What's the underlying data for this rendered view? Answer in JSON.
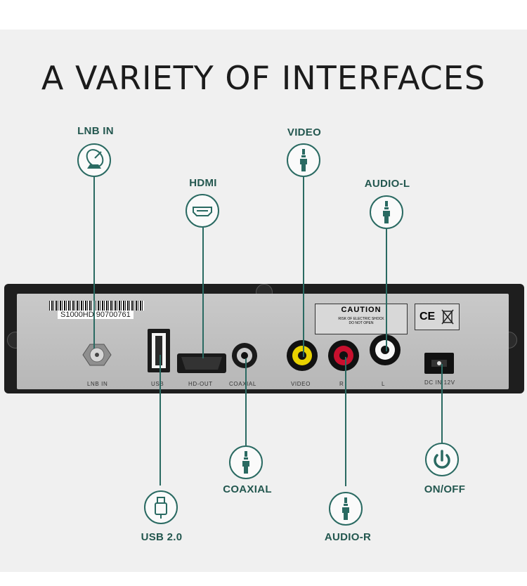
{
  "title": "A VARIETY OF INTERFACES",
  "callouts": {
    "lnb_in": "LNB IN",
    "hdmi": "HDMI",
    "video": "VIDEO",
    "audio_l": "AUDIO-L",
    "coaxial": "COAXIAL",
    "on_off": "ON/OFF",
    "usb": "USB 2.0",
    "audio_r": "AUDIO-R"
  },
  "device": {
    "serial": "S1000HD  90700761",
    "caution_title": "CAUTION",
    "caution_line1": "RISK OF ELECTRIC SHOCK",
    "caution_line2": "DO NOT OPEN",
    "ce_mark": "CE",
    "ports": {
      "lnb": "LNB IN",
      "usb": "USB",
      "hdmi": "HD-OUT",
      "coaxial": "COAXIAL",
      "video": "VIDEO",
      "r": "R",
      "l": "L",
      "dc": "DC IN 12V"
    }
  },
  "colors": {
    "accent": "#2a6a62",
    "label": "#23574f",
    "video_port": "#e8d200",
    "audio_r_port": "#c8102e",
    "audio_l_port": "#ffffff"
  },
  "icons": {
    "lnb_in": "satellite-dish-icon",
    "hdmi": "hdmi-port-icon",
    "video": "audio-jack-icon",
    "audio_l": "audio-jack-icon",
    "coaxial": "audio-jack-icon",
    "on_off": "power-icon",
    "usb": "usb-icon",
    "audio_r": "audio-jack-icon"
  }
}
